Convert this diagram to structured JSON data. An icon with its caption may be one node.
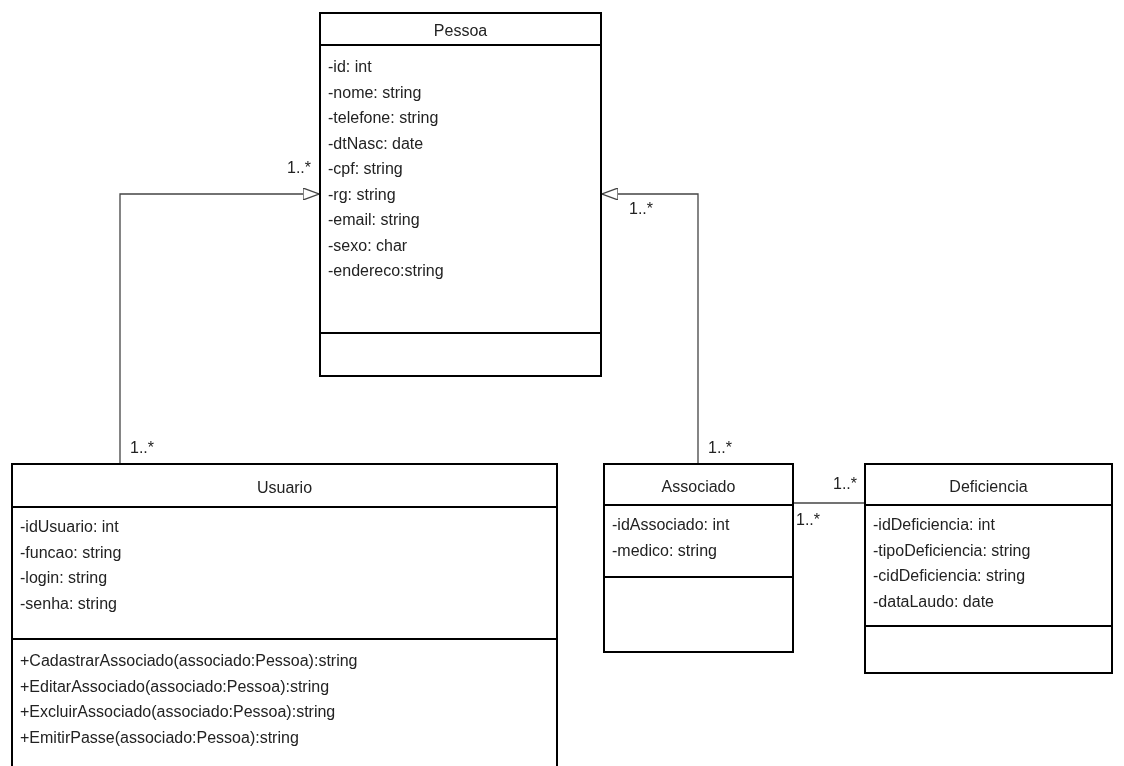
{
  "diagram": {
    "nodes": [
      {
        "text": [
          "Pessoa"
        ]
      },
      {
        "text": [
          "-id: int",
          "-nome: string",
          "-telefone: string",
          "-dtNasc: date",
          "-cpf: string",
          "-rg: string",
          "-email: string",
          "-sexo: char",
          "-endereco:string"
        ],
        "in": 0
      },
      {
        "text": [],
        "shape": "box",
        "in": 0
      },
      {
        "text": [
          "Usuario"
        ]
      },
      {
        "text": [
          "-idUsuario: int",
          "-funcao: string",
          "-login: string",
          "-senha: string"
        ],
        "in": 3
      },
      {
        "text": [
          "+CadastrarAssociado(associado:Pessoa):string",
          "+EditarAssociado(associado:Pessoa):string",
          "+ExcluirAssociado(associado:Pessoa):string",
          "+EmitirPasse(associado:Pessoa):string"
        ],
        "in": 3
      },
      {
        "text": [
          "Associado"
        ]
      },
      {
        "text": [
          "-idAssociado: int",
          "-medico: string"
        ],
        "in": 6
      },
      {
        "text": [],
        "shape": "box",
        "in": 6
      },
      {
        "text": [
          "Deficiencia"
        ]
      },
      {
        "text": [
          "-idDeficiencia: int",
          "-tipoDeficiencia: string",
          "-cidDeficiencia: string",
          "-dataLaudo: date"
        ],
        "in": 9
      },
      {
        "text": [],
        "shape": "box",
        "in": 9
      }
    ],
    "edges": [
      {
        "from": 3,
        "to": 0,
        "arrow": "to"
      },
      {
        "from": 6,
        "to": 0,
        "arrow": "to"
      },
      {
        "from": 6,
        "to": 9,
        "arrow": "none"
      }
    ],
    "labels": [
      "1..*",
      "1..*",
      "1..*",
      "1..*",
      "1..*",
      "1..*"
    ]
  }
}
